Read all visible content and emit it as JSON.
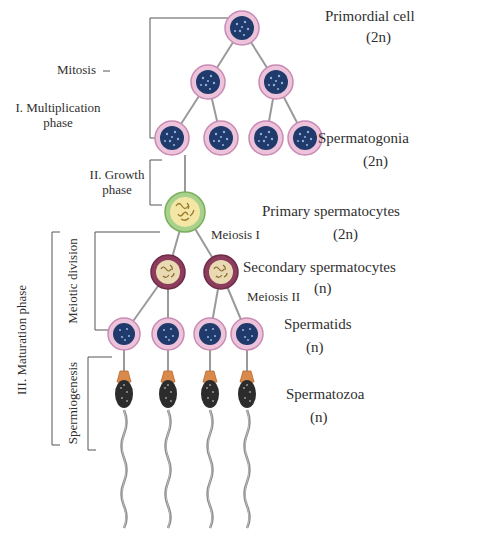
{
  "diagram": {
    "labels": [
      "Primordial cell",
      "(2n)",
      "Mitosis",
      "I. Multiplication phase",
      "Spermatogonia",
      "(2n)",
      "II. Growth phase",
      "Primary spermatocytes",
      "(2n)",
      "Meiosis I",
      "Secondary spermatocytes",
      "(n)",
      "Meiosis II",
      "Spermatids",
      "(n)",
      "Spermatozoa",
      "(n)",
      "III. Maturation phase",
      "Meiotic division",
      "Spermiogenesis"
    ]
  }
}
